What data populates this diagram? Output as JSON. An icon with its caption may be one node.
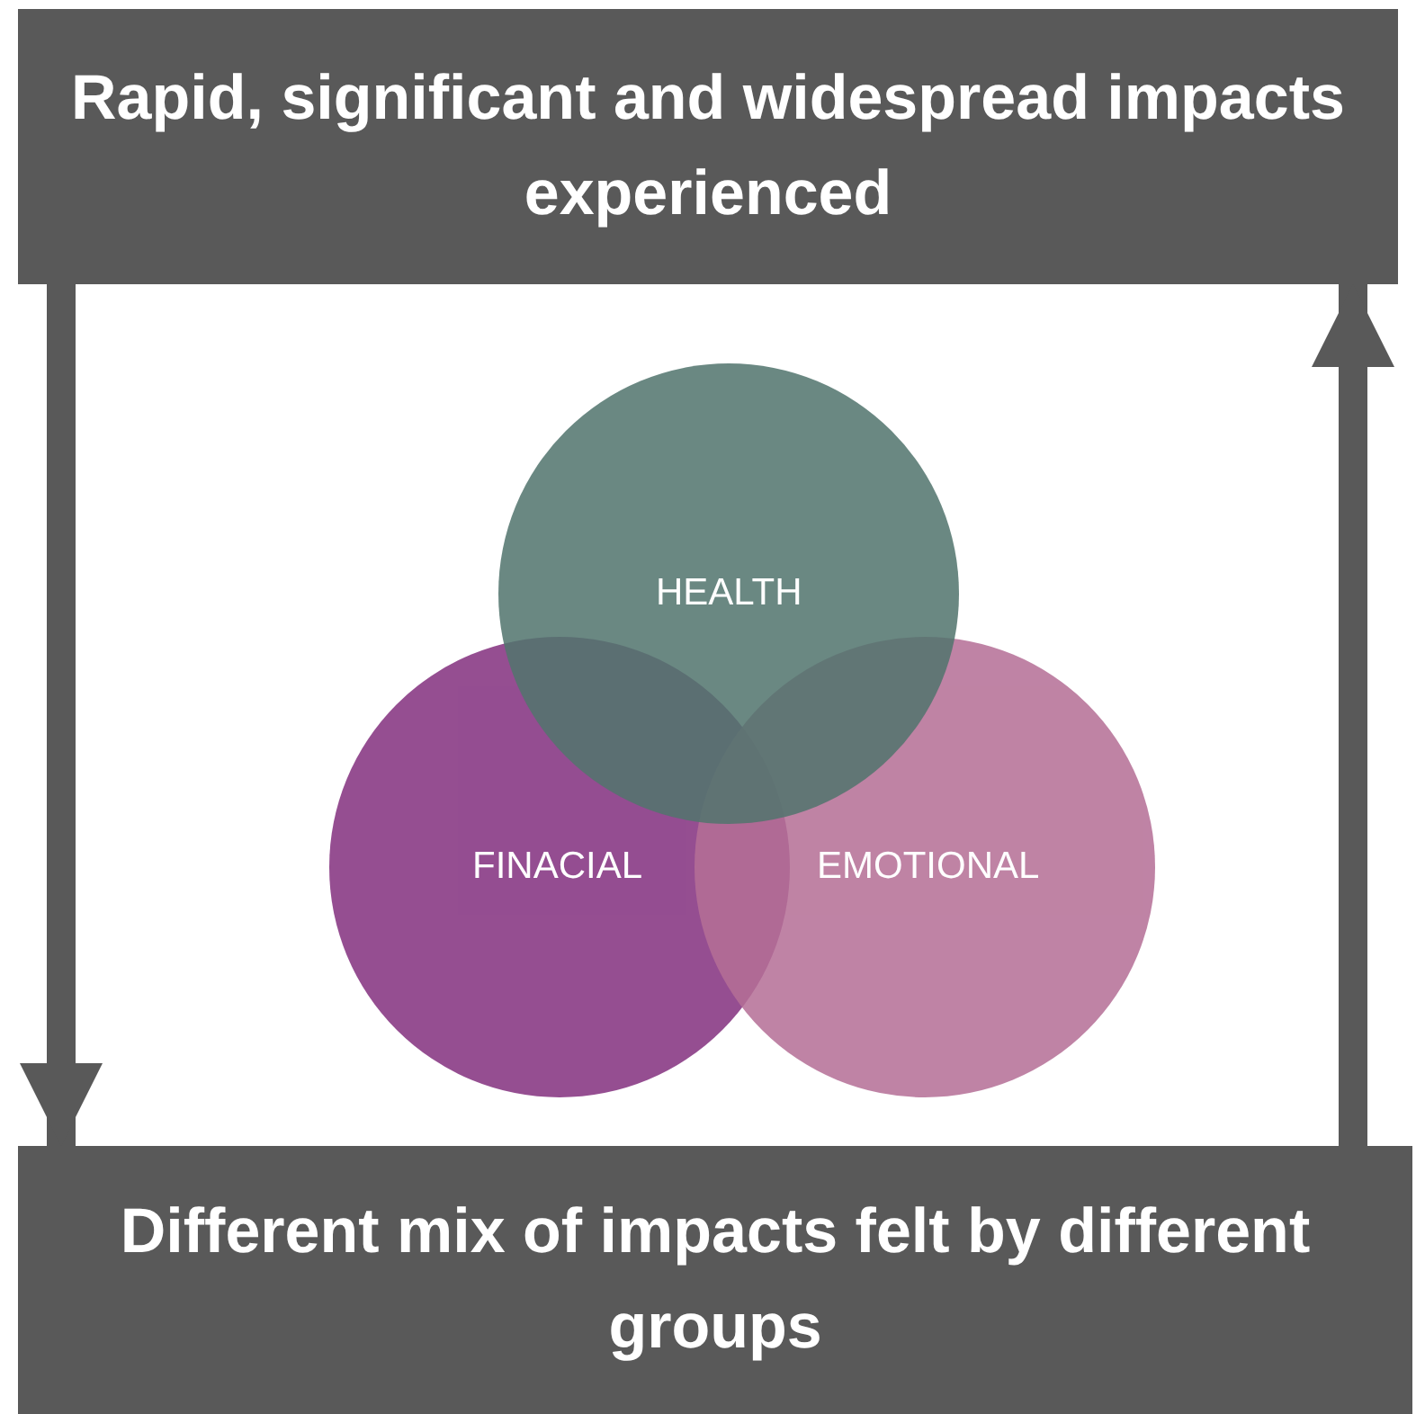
{
  "diagram": {
    "nodes": [
      {
        "text": [
          "Rapid, significant and widespread impacts experienced"
        ]
      },
      {
        "text": [
          "Different mix of impacts felt by different groups"
        ]
      },
      {
        "text": [
          "HEALTH"
        ]
      },
      {
        "text": [
          "FINACIAL"
        ]
      },
      {
        "text": [
          "EMOTIONAL"
        ]
      }
    ],
    "edges": [
      {
        "from": 0,
        "to": 1,
        "arrow": "to"
      },
      {
        "from": 1,
        "to": 0,
        "arrow": "to"
      }
    ]
  }
}
